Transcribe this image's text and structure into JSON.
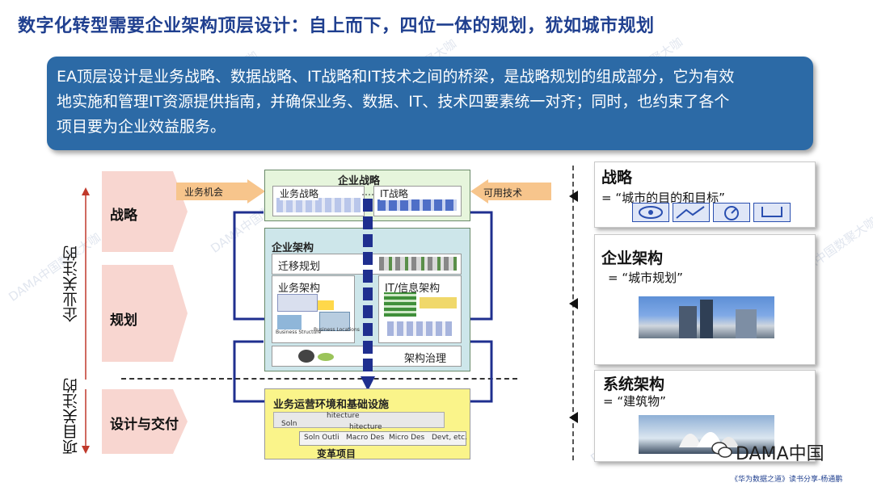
{
  "title": "数字化转型需要企业架构顶层设计：自上而下，四位一体的规划，犹如城市规划",
  "intro": {
    "line1": "EA顶层设计是业务战略、数据战略、IT战略和IT技术之间的桥梁，是战略规划的组成部分，它为有效",
    "line2": "地实施和管理IT资源提供指南，并确保业务、数据、IT、技术四要素统一对齐；同时，也约束了各个",
    "line3": "项目要为企业效益服务。"
  },
  "left_axis": {
    "enterprise_focus": "企业关注的",
    "project_focus": "项目关注的"
  },
  "stages": {
    "strategy": "战略",
    "planning": "规划",
    "design_delivery": "设计与交付"
  },
  "diagram": {
    "business_opportunity": "业务机会",
    "available_tech": "可用技术",
    "enterprise_strategy": {
      "title": "企业战略",
      "business_strategy": "业务战略",
      "it_strategy": "IT战略"
    },
    "enterprise_architecture": {
      "title": "企业架构",
      "migration_planning": "迁移规划",
      "business_architecture": "业务架构",
      "business_structure": "Business Structure",
      "business_locations": "Business Locations",
      "it_info_architecture": "IT/信息架构",
      "governance": "架构治理"
    },
    "operations": {
      "title": "业务运营环境和基础设施",
      "tabs": [
        "Soln",
        "hitecture",
        "hitecture"
      ],
      "steps": [
        "Soln Outli",
        "Macro Des",
        "Micro Des",
        "Devt, etc."
      ],
      "change_projects": "变革项目"
    }
  },
  "panels": {
    "strategy": {
      "title": "战略",
      "definition": "=  “城市的目的和目标”"
    },
    "ea": {
      "title": "企业架构",
      "definition": "=  “城市规划”"
    },
    "system": {
      "title": "系统架构",
      "definition": "=  “建筑物”"
    }
  },
  "logo_text": "DAMA中国",
  "footer": "《华为数据之道》读书分享-杨通鹏",
  "watermark": "DAMA中国数聚大咖",
  "colors": {
    "title": "#1f3f8f",
    "callout": "#2c6aa6",
    "stage_chevron": "#f8d6d0",
    "strategy_box": "#e6f5dc",
    "ea_box": "#cde6ea",
    "ops_box": "#faf48a",
    "arrow_blue": "#1f2f8f",
    "orange_arrow": "#f7c58c"
  }
}
